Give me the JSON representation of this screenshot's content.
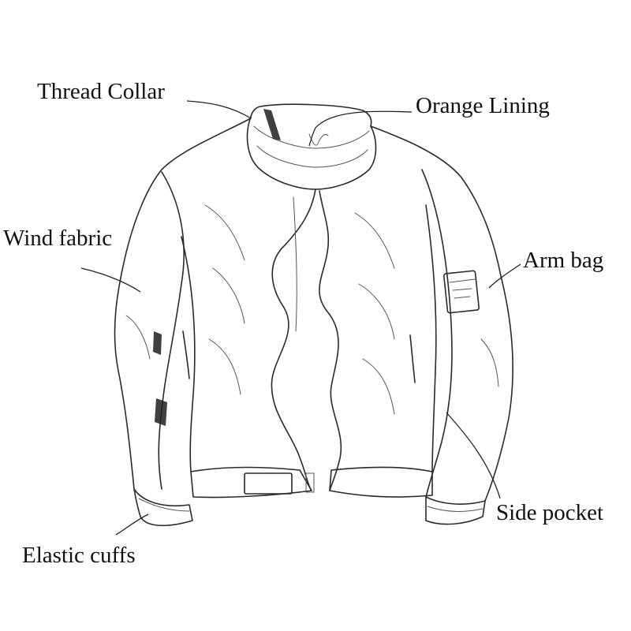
{
  "labels": {
    "thread_collar": "Thread Collar",
    "orange_lining": "Orange Lining",
    "wind_fabric": "Wind fabric",
    "arm_bag": "Arm bag",
    "side_pocket": "Side pocket",
    "elastic_cuffs": "Elastic cuffs"
  },
  "colors": {
    "background": "#ffffff",
    "ink": "#111111"
  }
}
